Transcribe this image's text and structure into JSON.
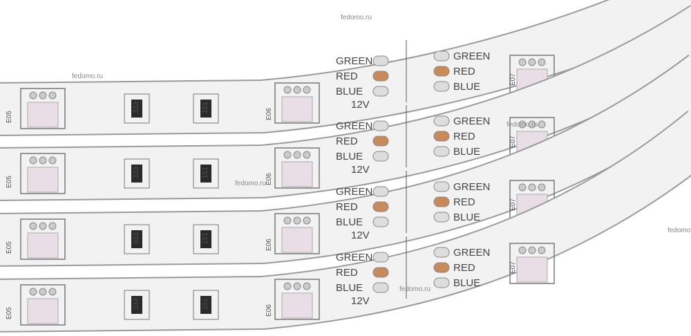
{
  "watermark": "fedomo.ru",
  "strip_labels": {
    "green": "GREEN",
    "red": "RED",
    "blue": "BLUE",
    "voltage": "12V",
    "segment_a": "E05",
    "segment_b": "E06",
    "segment_c": "E07",
    "resistor_a": "333",
    "resistor_b": "151"
  },
  "colors": {
    "strip_body": "#f2f2f2",
    "strip_edge": "#9a9a9a",
    "copper_pad": "#c98a5a",
    "led_chip": "#e9dde6"
  }
}
